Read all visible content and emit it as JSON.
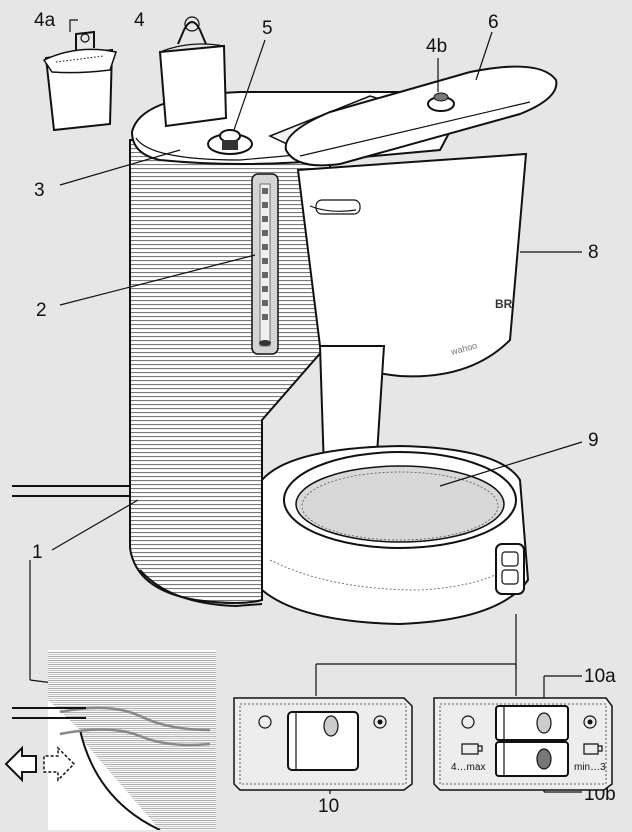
{
  "labels": {
    "l1": "1",
    "l2": "2",
    "l3": "3",
    "l4": "4",
    "l4a": "4a",
    "l4b": "4b",
    "l5": "5",
    "l6": "6",
    "l8": "8",
    "l9": "9",
    "l10": "10",
    "l10a": "10a",
    "l10b": "10b"
  },
  "switch_panel": {
    "cups_large": "4…max",
    "cups_small": "min…3"
  },
  "product_text": {
    "brand_fragment": "BR",
    "side_text": "wahoo"
  }
}
